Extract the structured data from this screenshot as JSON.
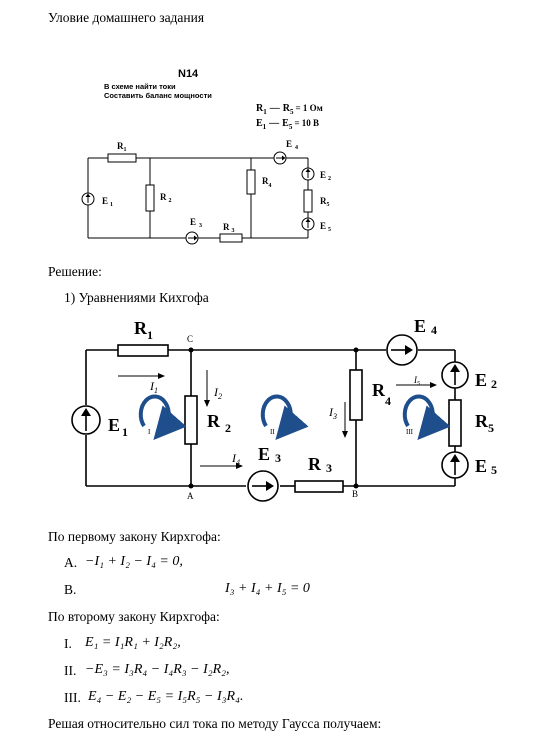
{
  "doc": {
    "header": "Уловие домашнего задания",
    "solution_label": "Решение:",
    "method_item": "1)  Уравнениями Кихгофа",
    "kirchhoff1_title": "По первому закону Кирхгофа:",
    "kirchhoff2_title": "По второму закону Кирхгофа:",
    "final_line": "Решая относительно сил тока по методу Гаусса получаем:"
  },
  "task": {
    "number": "N14",
    "line1": "В схеме найти токи",
    "line2": "Составить баланс мощности",
    "r_main": "R",
    "r_sub1": "1",
    "r_dash": "—",
    "r_sub2": "5",
    "r_value": "= 1 Ом",
    "e_main": "E",
    "e_sub1": "1",
    "e_sub2": "5",
    "e_value": "= 10 В"
  },
  "small_circuit": {
    "r1": "R",
    "r1_sub": "1",
    "r2": "R",
    "r2_sub": "2",
    "r3": "R",
    "r3_sub": "3",
    "r4": "R",
    "r4_sub": "4",
    "r5": "R",
    "r5_sub": "5",
    "e1": "E",
    "e1_sub": "1",
    "e2": "E",
    "e2_sub": "2",
    "e3": "E",
    "e3_sub": "3",
    "e4": "E",
    "e4_sub": "4",
    "e5": "E",
    "e5_sub": "5"
  },
  "big_circuit": {
    "r1": "R",
    "r1_sub": "1",
    "r2": "R",
    "r2_sub": "2",
    "r3": "R",
    "r3_sub": "3",
    "r4": "R",
    "r4_sub": "4",
    "r5": "R",
    "r5_sub": "5",
    "e1": "E",
    "e1_sub": "1",
    "e2": "E",
    "e2_sub": "2",
    "e3": "E",
    "e3_sub": "3",
    "e4": "E",
    "e4_sub": "4",
    "e5": "E",
    "e5_sub": "5",
    "i1": "I",
    "i1_sub": "1",
    "i2": "I",
    "i2_sub": "2",
    "i3": "I",
    "i3_sub": "3",
    "i4": "I",
    "i4_sub": "4",
    "i5": "I",
    "i5_sub": "5",
    "node_c": "C",
    "node_a": "A",
    "node_b": "B",
    "loop1": "I",
    "loop2": "II",
    "loop3": "III",
    "loop_arrow_color": "#1f4e8c"
  },
  "equations": {
    "a_label": "A.",
    "a_eq": "−I₁ + I₂ − I₄ = 0,",
    "b_label": "B.",
    "b_eq": "I₃ + I₄ + I₅ = 0",
    "e1_label": "I.",
    "e1_eq": "E₁ = I₁R₁ + I₂R₂,",
    "e2_label": "II.",
    "e2_eq": "−E₃ = I₃R₄ − I₄R₃ − I₂R₂,",
    "e3_label": "III.",
    "e3_eq": "E₄ − E₂ − E₅ = I₅R₅ − I₃R₄."
  }
}
